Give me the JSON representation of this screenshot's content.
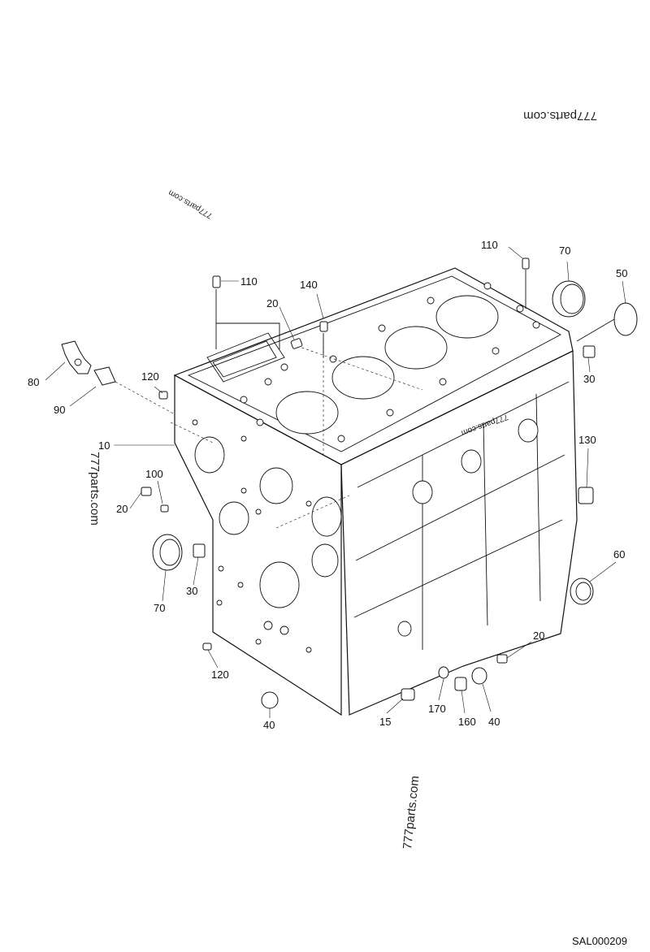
{
  "drawing": {
    "code": "SAL000209"
  },
  "watermarks": [
    "777parts.com",
    "777parts.com",
    "777parts.com",
    "777parts.com",
    "777parts.com"
  ],
  "callouts": [
    {
      "id": "c-110a",
      "label": "110"
    },
    {
      "id": "c-140",
      "label": "140"
    },
    {
      "id": "c-110b",
      "label": "110"
    },
    {
      "id": "c-70a",
      "label": "70"
    },
    {
      "id": "c-50",
      "label": "50"
    },
    {
      "id": "c-20a",
      "label": "20"
    },
    {
      "id": "c-120a",
      "label": "120"
    },
    {
      "id": "c-80",
      "label": "80"
    },
    {
      "id": "c-90",
      "label": "90"
    },
    {
      "id": "c-30a",
      "label": "30"
    },
    {
      "id": "c-10",
      "label": "10"
    },
    {
      "id": "c-130",
      "label": "130"
    },
    {
      "id": "c-100",
      "label": "100"
    },
    {
      "id": "c-20b",
      "label": "20"
    },
    {
      "id": "c-30b",
      "label": "30"
    },
    {
      "id": "c-70b",
      "label": "70"
    },
    {
      "id": "c-60",
      "label": "60"
    },
    {
      "id": "c-20c",
      "label": "20"
    },
    {
      "id": "c-120b",
      "label": "120"
    },
    {
      "id": "c-40a",
      "label": "40"
    },
    {
      "id": "c-15",
      "label": "15"
    },
    {
      "id": "c-170",
      "label": "170"
    },
    {
      "id": "c-160",
      "label": "160"
    },
    {
      "id": "c-40b",
      "label": "40"
    }
  ]
}
